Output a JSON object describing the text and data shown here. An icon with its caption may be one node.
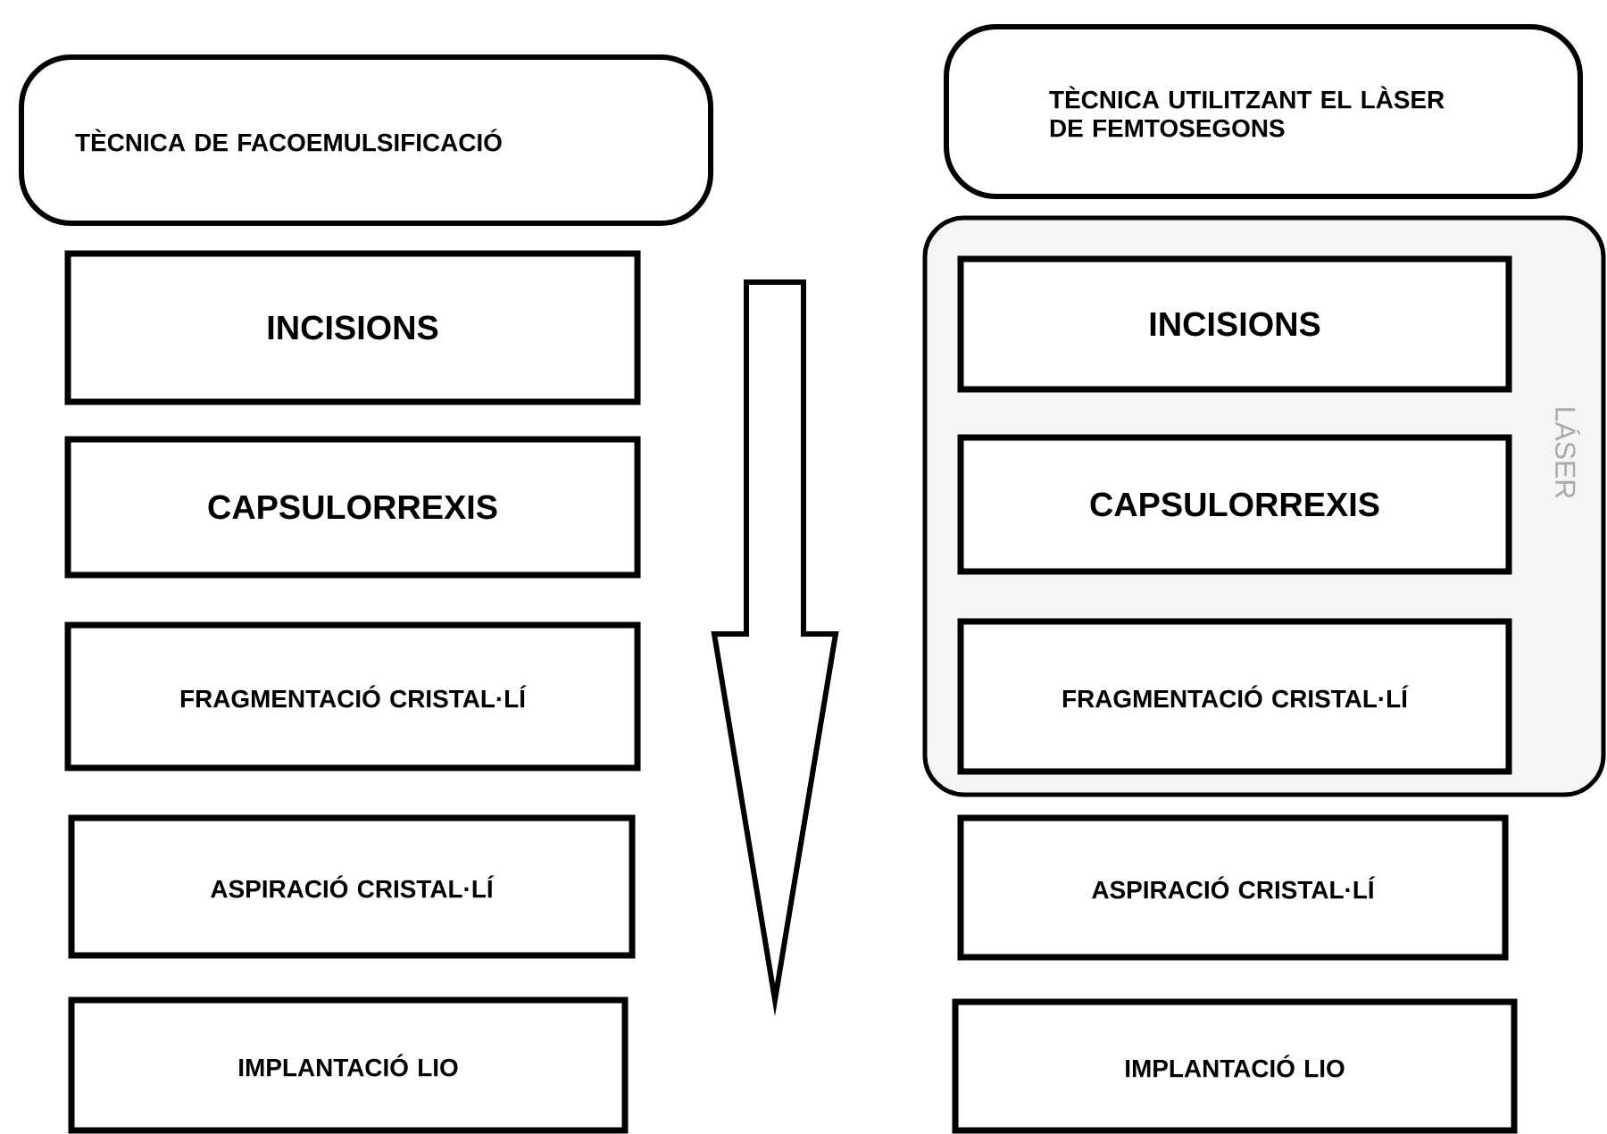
{
  "diagram": {
    "nodes": [
      {
        "text": [
          "TÈCNICA DE FACOEMULSIFICACIÓ"
        ]
      },
      {
        "text": [
          "INCISIONS"
        ]
      },
      {
        "text": [
          "CAPSULORREXIS"
        ]
      },
      {
        "text": [
          "FRAGMENTACIÓ CRISTAL·LÍ"
        ]
      },
      {
        "text": [
          "ASPIRACIÓ CRISTAL·LÍ"
        ]
      },
      {
        "text": [
          "IMPLANTACIÓ LIO"
        ]
      },
      {
        "text": [
          "TÈCNICA UTILITZANT EL LÀSER DE FEMTOSEGONS"
        ]
      },
      {
        "text": [
          "LÁSER"
        ]
      },
      {
        "text": [
          "INCISIONS"
        ],
        "in": 7
      },
      {
        "text": [
          "CAPSULORREXIS"
        ],
        "in": 7
      },
      {
        "text": [
          "FRAGMENTACIÓ CRISTAL·LÍ"
        ],
        "in": 7
      },
      {
        "text": [
          "ASPIRACIÓ CRISTAL·LÍ"
        ]
      },
      {
        "text": [
          "IMPLANTACIÓ LIO"
        ]
      }
    ]
  }
}
